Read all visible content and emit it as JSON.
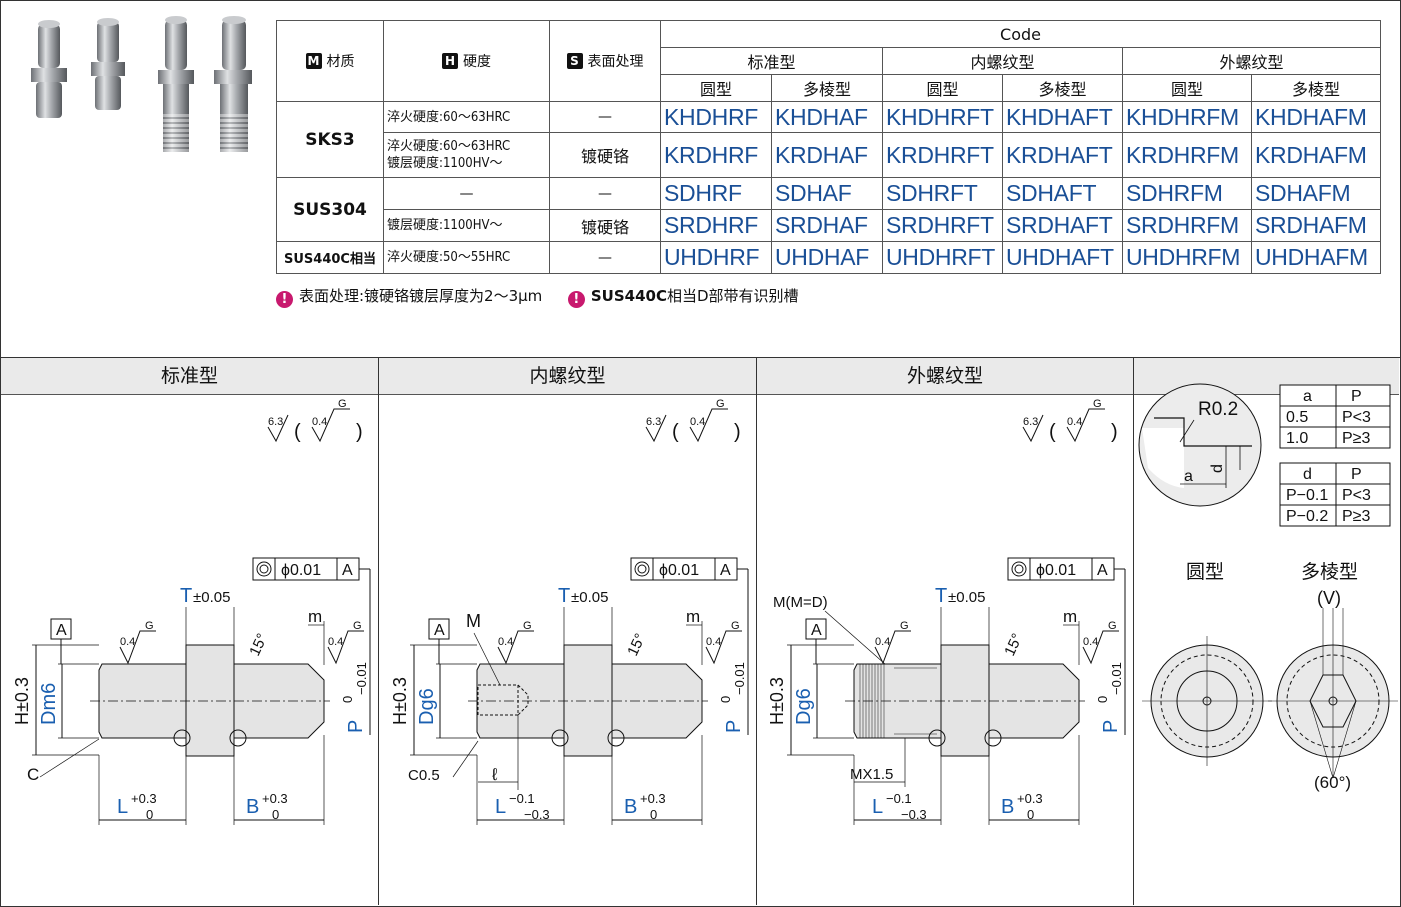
{
  "table": {
    "header": {
      "material": "材质",
      "material_icon": "M",
      "hardness": "硬度",
      "hardness_icon": "H",
      "surface": "表面处理",
      "surface_icon": "S",
      "code": "Code",
      "groups": [
        "标准型",
        "内螺纹型",
        "外螺纹型"
      ],
      "shapes": [
        "圆型",
        "多棱型",
        "圆型",
        "多棱型",
        "圆型",
        "多棱型"
      ]
    },
    "rows": [
      {
        "material": "SKS3",
        "hardness": "淬火硬度:60～63HRC",
        "surface": "—",
        "codes": [
          "KHDHRF",
          "KHDHAF",
          "KHDHRFT",
          "KHDHAFT",
          "KHDHRFM",
          "KHDHAFM"
        ]
      },
      {
        "material": "",
        "hardness": "淬火硬度:60～63HRC",
        "hardness2": "镀层硬度:1100HV～",
        "surface": "镀硬铬",
        "codes": [
          "KRDHRF",
          "KRDHAF",
          "KRDHRFT",
          "KRDHAFT",
          "KRDHRFM",
          "KRDHAFM"
        ]
      },
      {
        "material": "SUS304",
        "hardness": "—",
        "surface": "—",
        "codes": [
          "SDHRF",
          "SDHAF",
          "SDHRFT",
          "SDHAFT",
          "SDHRFM",
          "SDHAFM"
        ]
      },
      {
        "material": "",
        "hardness": "镀层硬度:1100HV～",
        "surface": "镀硬铬",
        "codes": [
          "SRDHRF",
          "SRDHAF",
          "SRDHRFT",
          "SRDHAFT",
          "SRDHRFM",
          "SRDHAFM"
        ]
      },
      {
        "material": "SUS440C相当",
        "hardness": "淬火硬度:50～55HRC",
        "surface": "—",
        "codes": [
          "UHDHRF",
          "UHDHAF",
          "UHDHRFT",
          "UHDHAFT",
          "UHDHRFM",
          "UHDHAFM"
        ]
      }
    ]
  },
  "notes": {
    "note1": "表面处理:镀硬铬镀层厚度为2～3μm",
    "note2_bold": "SUS440C",
    "note2_rest": "相当D部带有识别槽"
  },
  "panels": {
    "standard": "标准型",
    "internal": "内螺纹型",
    "external": "外螺纹型"
  },
  "drawing": {
    "rough1": "6.3",
    "rough2": "0.4",
    "rough_g": "G",
    "runout": "ϕ0.01",
    "datum": "A",
    "t_tol": "±0.05",
    "t": "T",
    "m": "m",
    "angle": "15°",
    "h": "H±0.3",
    "d_std": "Dm6",
    "d_g6": "Dg6",
    "p": "P",
    "p_tol_up": "0",
    "p_tol_low": "−0.01",
    "l": "L",
    "l_tol_std_up": "+0.3",
    "l_tol_std_low": "0",
    "l_tol_thr_up": "−0.1",
    "l_tol_thr_low": "−0.3",
    "b": "B",
    "b_tol_up": "+0.3",
    "b_tol_low": "0",
    "c": "C",
    "c05": "C0.5",
    "m_label": "M",
    "ell": "ℓ",
    "mm": "M(M=D)",
    "mx": "MX1.5"
  },
  "detail": {
    "r": "R0.2",
    "a": "a",
    "d": "d",
    "t1_head": [
      "a",
      "P"
    ],
    "t1_rows": [
      [
        "0.5",
        "P<3"
      ],
      [
        "1.0",
        "P≥3"
      ]
    ],
    "t2_head": [
      "d",
      "P"
    ],
    "t2_rows": [
      [
        "P−0.1",
        "P<3"
      ],
      [
        "P−0.2",
        "P≥3"
      ]
    ],
    "round": "圆型",
    "poly": "多棱型",
    "v": "(V)",
    "deg": "(60°)"
  }
}
